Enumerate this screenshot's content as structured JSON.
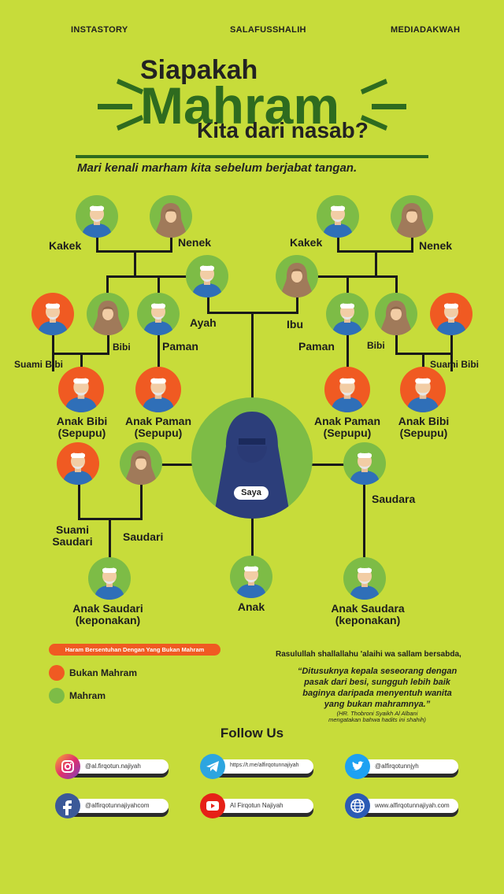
{
  "header": {
    "left": "INSTASTORY",
    "center": "SALAFUSSHALIH",
    "right": "MEDIADAKWAH"
  },
  "title": {
    "line1": "Siapakah",
    "line2": "Mahram",
    "line3": "Kita dari nasab?"
  },
  "subtitle": "Mari kenali marham kita sebelum berjabat tangan.",
  "labels": {
    "kakek_l": "Kakek",
    "nenek_l": "Nenek",
    "kakek_r": "Kakek",
    "nenek_r": "Nenek",
    "ayah": "Ayah",
    "ibu": "Ibu",
    "bibi_l": "Bibi",
    "paman_l": "Paman",
    "paman_r": "Paman",
    "bibi_r": "Bibi",
    "suami_bibi_l": "Suami Bibi",
    "suami_bibi_r": "Suami Bibi",
    "anak_bibi_l1": "Anak Bibi",
    "anak_bibi_l2": "(Sepupu)",
    "anak_paman_l1": "Anak Paman",
    "anak_paman_l2": "(Sepupu)",
    "anak_paman_r1": "Anak Paman",
    "anak_paman_r2": "(Sepupu)",
    "anak_bibi_r1": "Anak Bibi",
    "anak_bibi_r2": "(Sepupu)",
    "saya": "Saya",
    "suami_saudari1": "Suami",
    "suami_saudari2": "Saudari",
    "saudari": "Saudari",
    "saudara": "Saudara",
    "anak_saudari1": "Anak Saudari",
    "anak_saudari2": "(keponakan)",
    "anak": "Anak",
    "anak_saudara1": "Anak Saudara",
    "anak_saudara2": "(keponakan)"
  },
  "legend": {
    "banner": "Haram Bersentuhan Dengan Yang Bukan Mahram",
    "bukan": "Bukan Mahram",
    "mahram": "Mahram",
    "color_bukan": "#f05a22",
    "color_mahram": "#7dbc46"
  },
  "hadith": {
    "intro": "Rasulullah shallallahu 'alaihi wa sallam bersabda,",
    "l1": "“Ditusuknya kepala seseorang dengan",
    "l2": "pasak dari besi, sungguh lebih baik",
    "l3": "baginya daripada menyentuh wanita",
    "l4": "yang bukan mahramnya.”",
    "src1": "(HR. Thobroni Syaikh Al Albani",
    "src2": "mengatakan bahwa hadits ini shahih)"
  },
  "follow": {
    "title": "Follow Us",
    "instagram": "@al.firqotun.najiyah",
    "telegram": "https://t.me/alfirqotunnajiyah",
    "twitter": "@alfirqotunnjyh",
    "facebook": "@alfirqotunnajiyahcom",
    "youtube": "Al Firqotun Najiyah",
    "web": "www.alfirqotunnajiyah.com"
  },
  "colors": {
    "background": "#c7dc3a",
    "title_green": "#2e6b1f"
  }
}
